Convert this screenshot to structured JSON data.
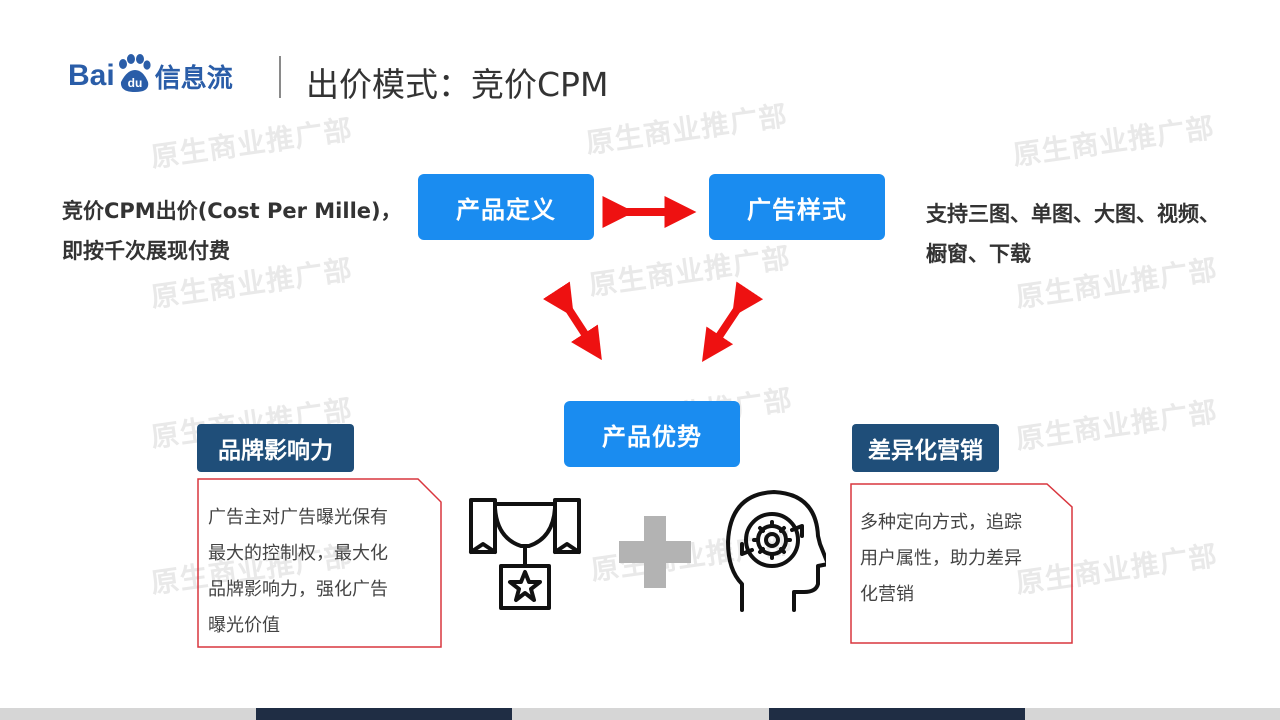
{
  "header": {
    "logo_text_left": "Bai",
    "logo_text_paw": "du",
    "logo_text_right": "信息流",
    "title": "出价模式：竞价CPM"
  },
  "watermark": "原生商业推广部",
  "nodes": {
    "definition": "产品定义",
    "style": "广告样式",
    "advantage": "产品优势"
  },
  "left_desc": {
    "line1": "竞价CPM出价(Cost Per Mille)，",
    "line2": "即按千次展现付费"
  },
  "right_desc": {
    "line1": "支持三图、单图、大图、视频、",
    "line2": "橱窗、下载"
  },
  "brand": {
    "tag": "品牌影响力",
    "lines": [
      "广告主对广告曝光保有",
      "最大的控制权，最大化",
      "品牌影响力，强化广告",
      "曝光价值"
    ]
  },
  "marketing": {
    "tag": "差异化营销",
    "lines": [
      "多种定向方式，追踪",
      "用户属性，助力差异",
      "化营销"
    ]
  },
  "colors": {
    "brand_blue": "#2a5da8",
    "button_blue": "#1a8cf0",
    "tag_navy": "#1f4e79",
    "arrow_red": "#ee1111",
    "card_border": "#d9363e"
  },
  "icons": [
    "baidu-paw-icon",
    "trophy-icon",
    "plus-icon",
    "head-gear-icon"
  ]
}
